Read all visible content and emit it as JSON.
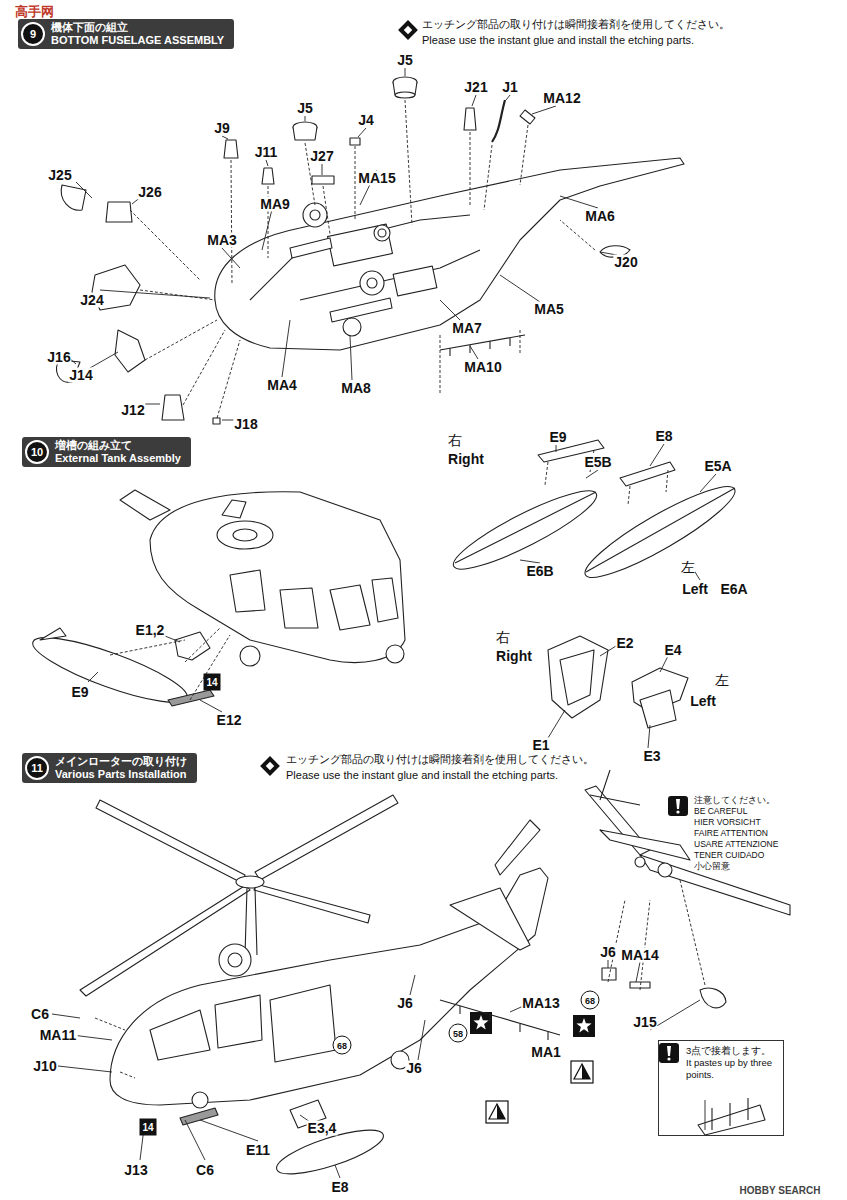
{
  "diagram": {
    "nodes": [
      {
        "text": [
          "機体下面の組立",
          "BOTTOM FUSELAGE ASSEMBLY"
        ]
      },
      {
        "text": [
          "9"
        ],
        "in": 0
      },
      {
        "text": [
          "増槽の組み立て",
          "External Tank Assembly"
        ]
      },
      {
        "text": [
          "10"
        ],
        "in": 2
      },
      {
        "text": [
          "メインローターの取り付け",
          "Various Parts Installation"
        ]
      },
      {
        "text": [
          "11"
        ],
        "in": 4
      },
      {
        "text": [
          "3点で接着します。",
          "It pastes up by three points."
        ]
      },
      {
        "text": [
          "14"
        ]
      },
      {
        "text": [
          "14"
        ]
      },
      {
        "text": [
          "58"
        ]
      },
      {
        "text": [
          "68"
        ]
      },
      {
        "text": [
          "68"
        ]
      }
    ],
    "labels": [
      "高手网",
      "エッチング部品の取り付けは瞬間接着剤を使用してください。",
      "Please use the instant glue and install the etching parts.",
      "J5",
      "J21",
      "J1",
      "MA12",
      "J5",
      "J4",
      "J9",
      "J11",
      "J27",
      "MA15",
      "J25",
      "J26",
      "MA9",
      "MA6",
      "MA3",
      "J20",
      "MA5",
      "MA7",
      "J24",
      "MA10",
      "J16",
      "J14",
      "MA4",
      "MA8",
      "J12",
      "J18",
      "E9",
      "E5B",
      "E8",
      "E5A",
      "右",
      "Right",
      "E6B",
      "左",
      "Left",
      "E6A",
      "E1,2",
      "E12",
      "E9",
      "右",
      "Right",
      "E2",
      "E4",
      "左",
      "Left",
      "E1",
      "E3",
      "エッチング部品の取り付けは瞬間接着剤を使用してください。",
      "Please use the instant glue and install the etching parts.",
      "注意してください。",
      "BE CAREFUL",
      "HIER VORSICHT",
      "FAIRE ATTENTION",
      "USARE ATTENZIONE",
      "TENER CUIDADO",
      "小心留意",
      "C6",
      "MA11",
      "J10",
      "J13",
      "C6",
      "E3,4",
      "E11",
      "E8",
      "J6",
      "MA13",
      "J6",
      "MA1",
      "J6",
      "MA14",
      "J15",
      "HOBBY SEARCH"
    ]
  }
}
